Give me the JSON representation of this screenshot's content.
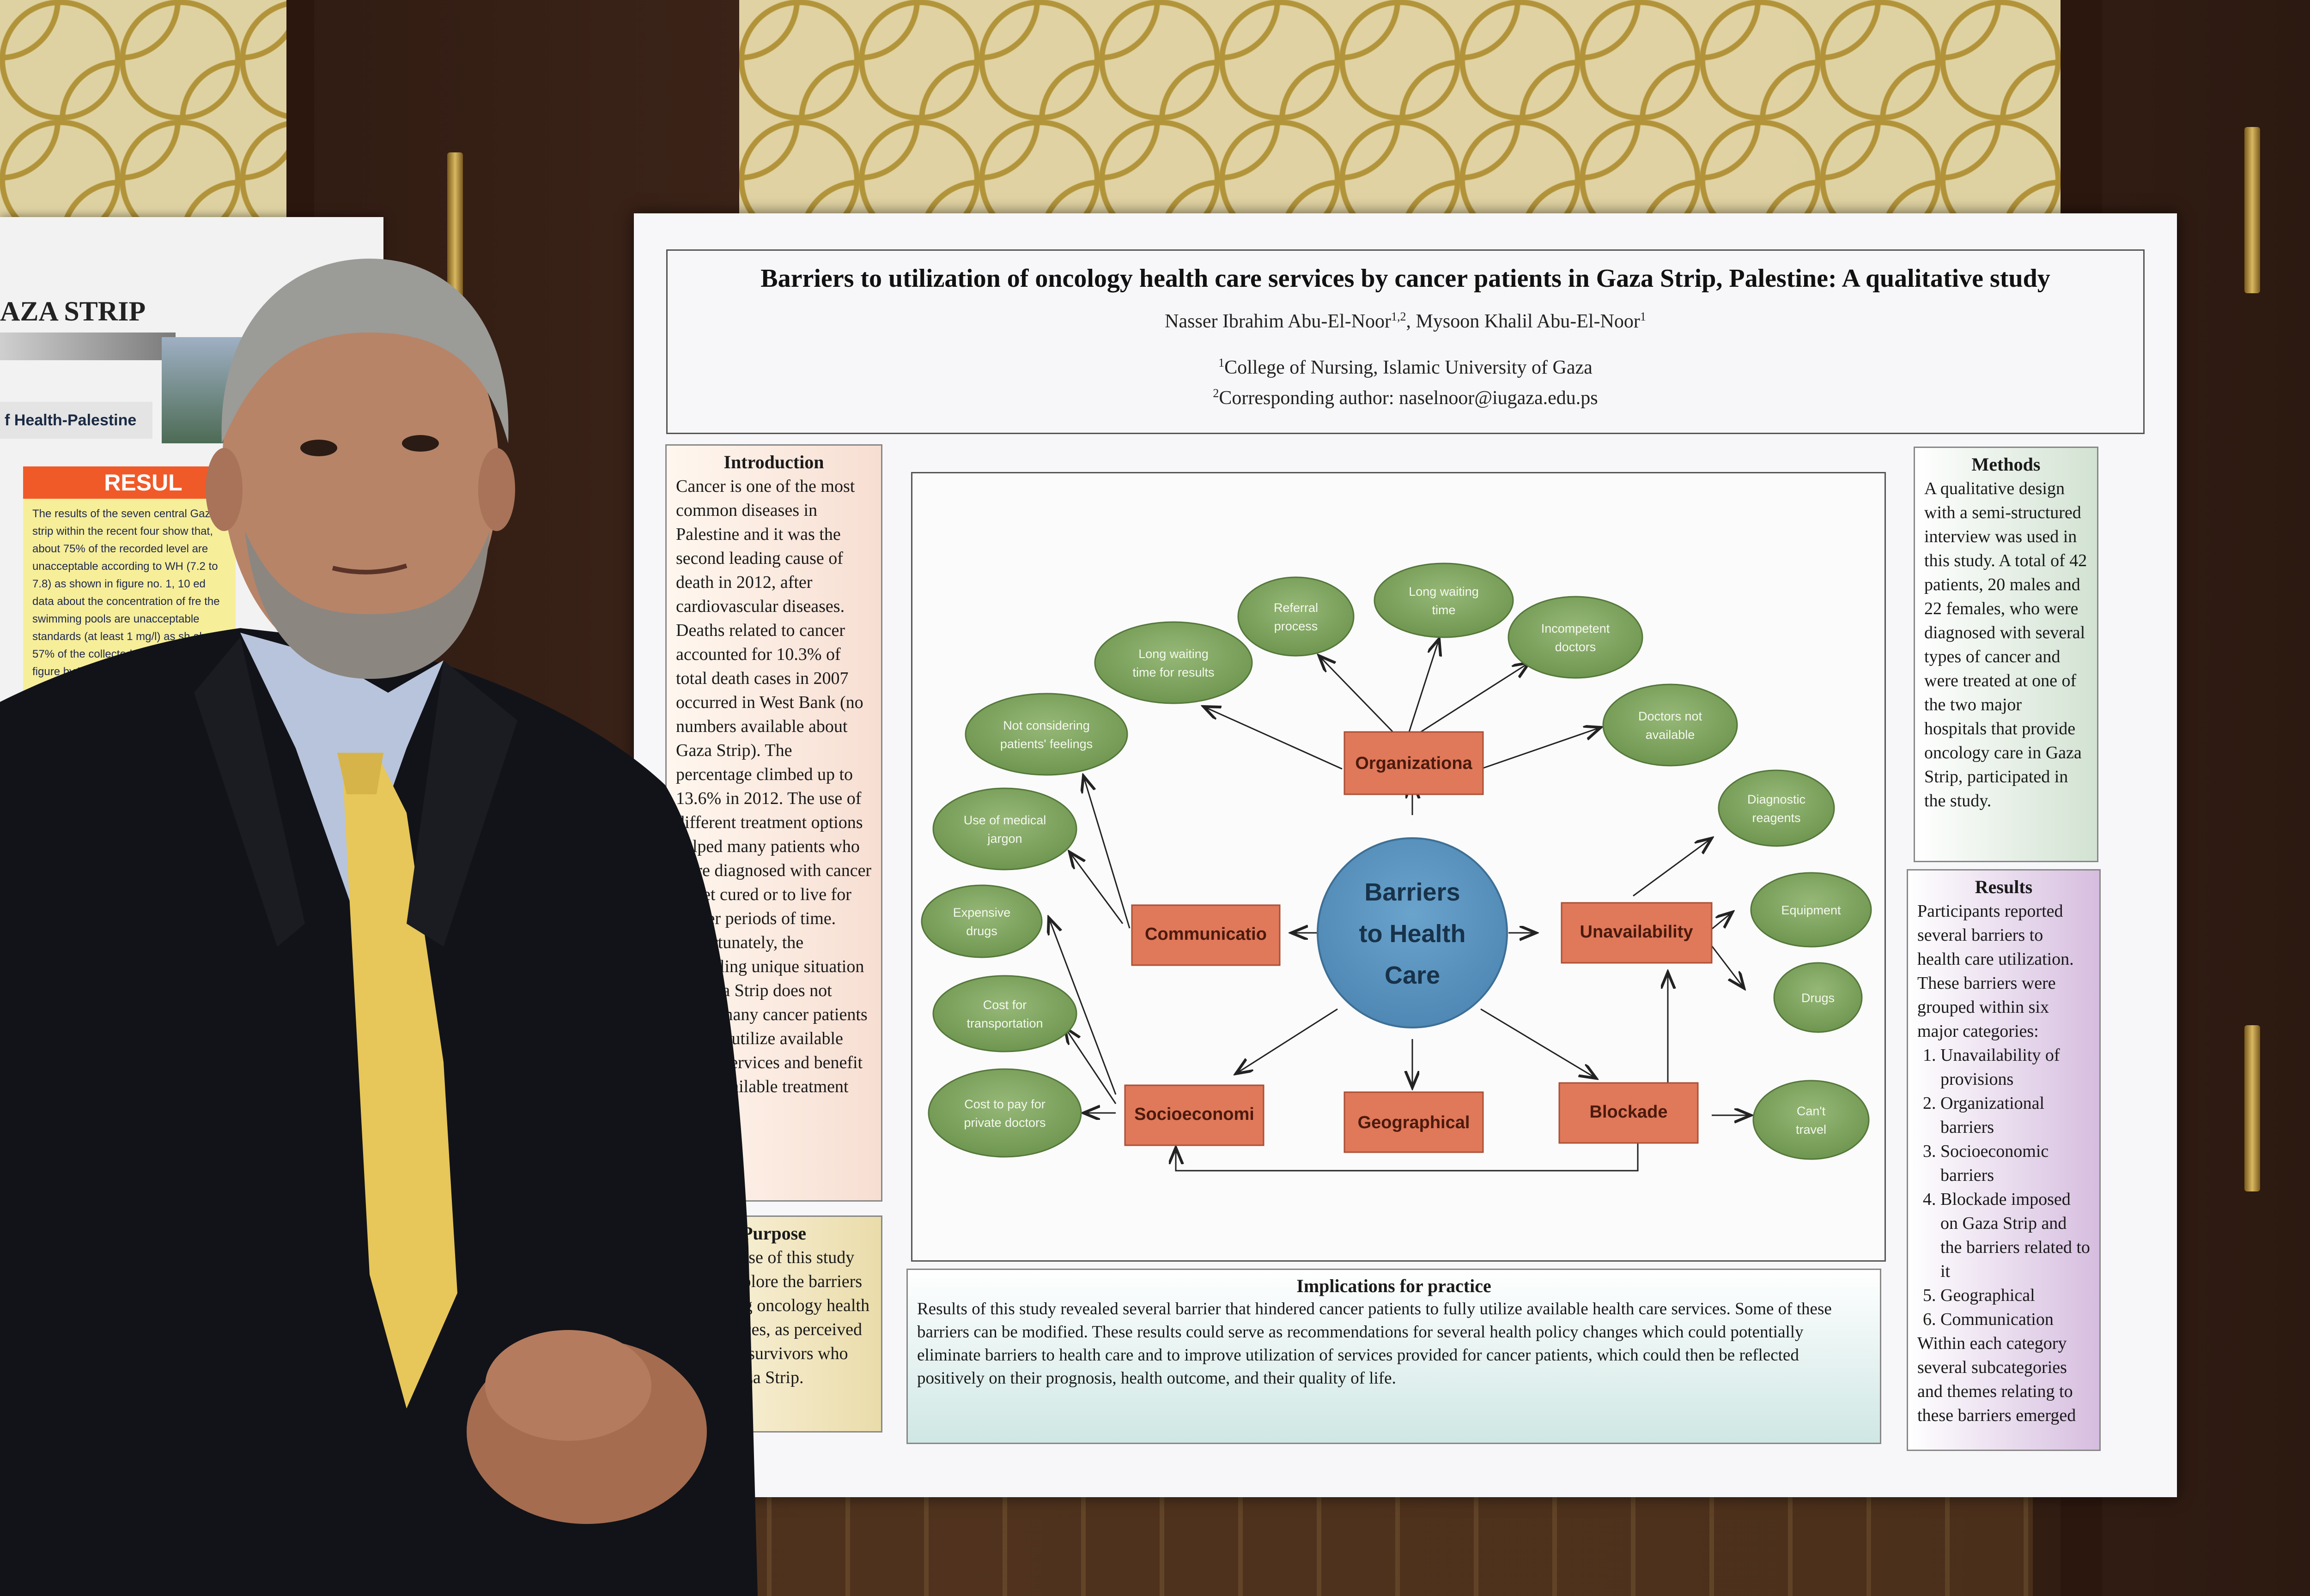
{
  "title": "Barriers to utilization of oncology health care services by cancer patients in Gaza Strip, Palestine: A qualitative study",
  "authors": {
    "author1": "Nasser Ibrahim Abu-El-Noor",
    "author1_sup": "1,2",
    "separator": ", ",
    "author2": "Mysoon Khalil Abu-El-Noor",
    "author2_sup": "1"
  },
  "affiliations": {
    "sup1": "1",
    "college": "College of Nursing, Islamic University of Gaza",
    "sup2": "2",
    "corresponding": "Corresponding author: naselnoor@iugaza.edu.ps"
  },
  "introduction": {
    "heading": "Introduction",
    "text": "Cancer is one of the most common diseases in Palestine and it was the second leading cause of death in 2012, after cardiovascular diseases. Deaths related to cancer accounted for 10.3% of total death cases in 2007 occurred in West Bank (no numbers available about Gaza Strip). The percentage climbed up to 13.6% in 2012. The use of different treatment options helped many patients who were diagnosed with cancer to get cured or to live for longer periods of time. Unfortunately, the prevailing unique situation in Gaza Strip does not allow many cancer patients to fully utilize available health services and benefit from available treatment"
  },
  "purpose": {
    "heading": "Purpose",
    "text": "The purpose of this study was to explore the barriers to utilizing oncology health care services, as perceived by cancer survivors who live in Gaza Strip."
  },
  "methods": {
    "heading": "Methods",
    "text": "A qualitative design with a semi-structured interview was used in this study. A total of 42 patients, 20 males and 22 females, who were diagnosed with several types of cancer and were treated at one of the two major hospitals that provide oncology care in Gaza Strip, participated in the study."
  },
  "results": {
    "heading": "Results",
    "intro": "Participants reported several barriers to health care utilization. These barriers were grouped within six major categories:",
    "items": [
      "Unavailability of provisions",
      "Organizational barriers",
      "Socioeconomic barriers",
      "Blockade imposed on Gaza Strip and the barriers related to it",
      "Geographical",
      "Communication"
    ],
    "outro": "Within each category several subcategories and themes relating to these barriers emerged"
  },
  "implications": {
    "heading": "Implications for practice",
    "text": "Results of this study revealed several barrier that hindered cancer patients to fully utilize available health care services. Some of these barriers can be modified. These results could serve as recommendations for several health policy changes which could potentially eliminate barriers to health care and to improve utilization of services provided for cancer patients, which could then be reflected positively on their prognosis, health outcome, and their quality of life."
  },
  "diagram": {
    "center": [
      "Barriers",
      "to Health",
      "Care"
    ],
    "categories": {
      "organizational": "Organizationa",
      "communication": "Communicatio",
      "unavailability": "Unavailability",
      "socioeconomic": "Socioeconomi",
      "geographical": "Geographical",
      "blockade": "Blockade"
    },
    "subthemes": {
      "referral": [
        "Referral",
        "process"
      ],
      "long_waiting": [
        "Long waiting",
        "time"
      ],
      "incompetent": [
        "Incompetent",
        "doctors"
      ],
      "long_waiting_results": [
        "Long waiting",
        "time for results"
      ],
      "not_considering": [
        "Not considering",
        "patients' feelings"
      ],
      "doctors_not_available": [
        "Doctors not",
        "available"
      ],
      "medical_jargon": [
        "Use of medical",
        "jargon"
      ],
      "diagnostic_reagents": [
        "Diagnostic",
        "reagents"
      ],
      "expensive_drugs": [
        "Expensive",
        "drugs"
      ],
      "equipment": [
        "Equipment"
      ],
      "drugs": [
        "Drugs"
      ],
      "cost_transportation": [
        "Cost for",
        "transportation"
      ],
      "cost_private_doctors": [
        "Cost to pay for",
        "private doctors"
      ],
      "cant_travel": [
        "Can't",
        "travel"
      ]
    }
  },
  "left_poster": {
    "title": "AZA STRIP",
    "subtitle": "f Health-Palestine",
    "results_label": "RESUL",
    "text": "The results of the seven central Gaza strip within the recent four show that, about 75% of the recorded level are unacceptable according to WH (7.2 to 7.8) as shown in figure no. 1, 10 ed data about the concentration of fre the swimming pools are unacceptable standards (at least 1 mg/l) as sh about 57% of the collected sam as shown in figure by Total Coliforms according ples were co WHO"
  },
  "colors": {
    "category_box": "#e0785a",
    "subtheme_ellipse": "#7fa561",
    "center_circle": "#5b96c2",
    "left_results_bar": "#f05a28"
  }
}
